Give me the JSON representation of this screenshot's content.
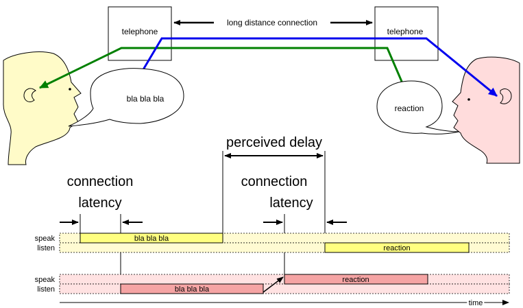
{
  "scene": {
    "left_phone_label": "telephone",
    "right_phone_label": "telephone",
    "connection_label": "long distance connection",
    "left_bubble_text": "bla bla bla",
    "right_bubble_text": "reaction"
  },
  "timeline": {
    "perceived_delay_label": "perceived delay",
    "latency_label_line1": "connection",
    "latency_label_line2": "latency",
    "speak_label": "speak",
    "listen_label": "listen",
    "time_label": "time",
    "person_a_speak_text": "bla bla bla",
    "person_a_listen_text": "reaction",
    "person_b_speak_text": "reaction",
    "person_b_listen_text": "bla bla bla"
  },
  "colors": {
    "person_a_face": "#fffbc8",
    "person_b_face": "#ffdcdc",
    "track_a": "#fffbd2",
    "track_b": "#ffe2e2",
    "bar_a": "#ffff80",
    "bar_b": "#f5a4a4",
    "path_green": "#008000",
    "path_blue": "#0000ee"
  }
}
